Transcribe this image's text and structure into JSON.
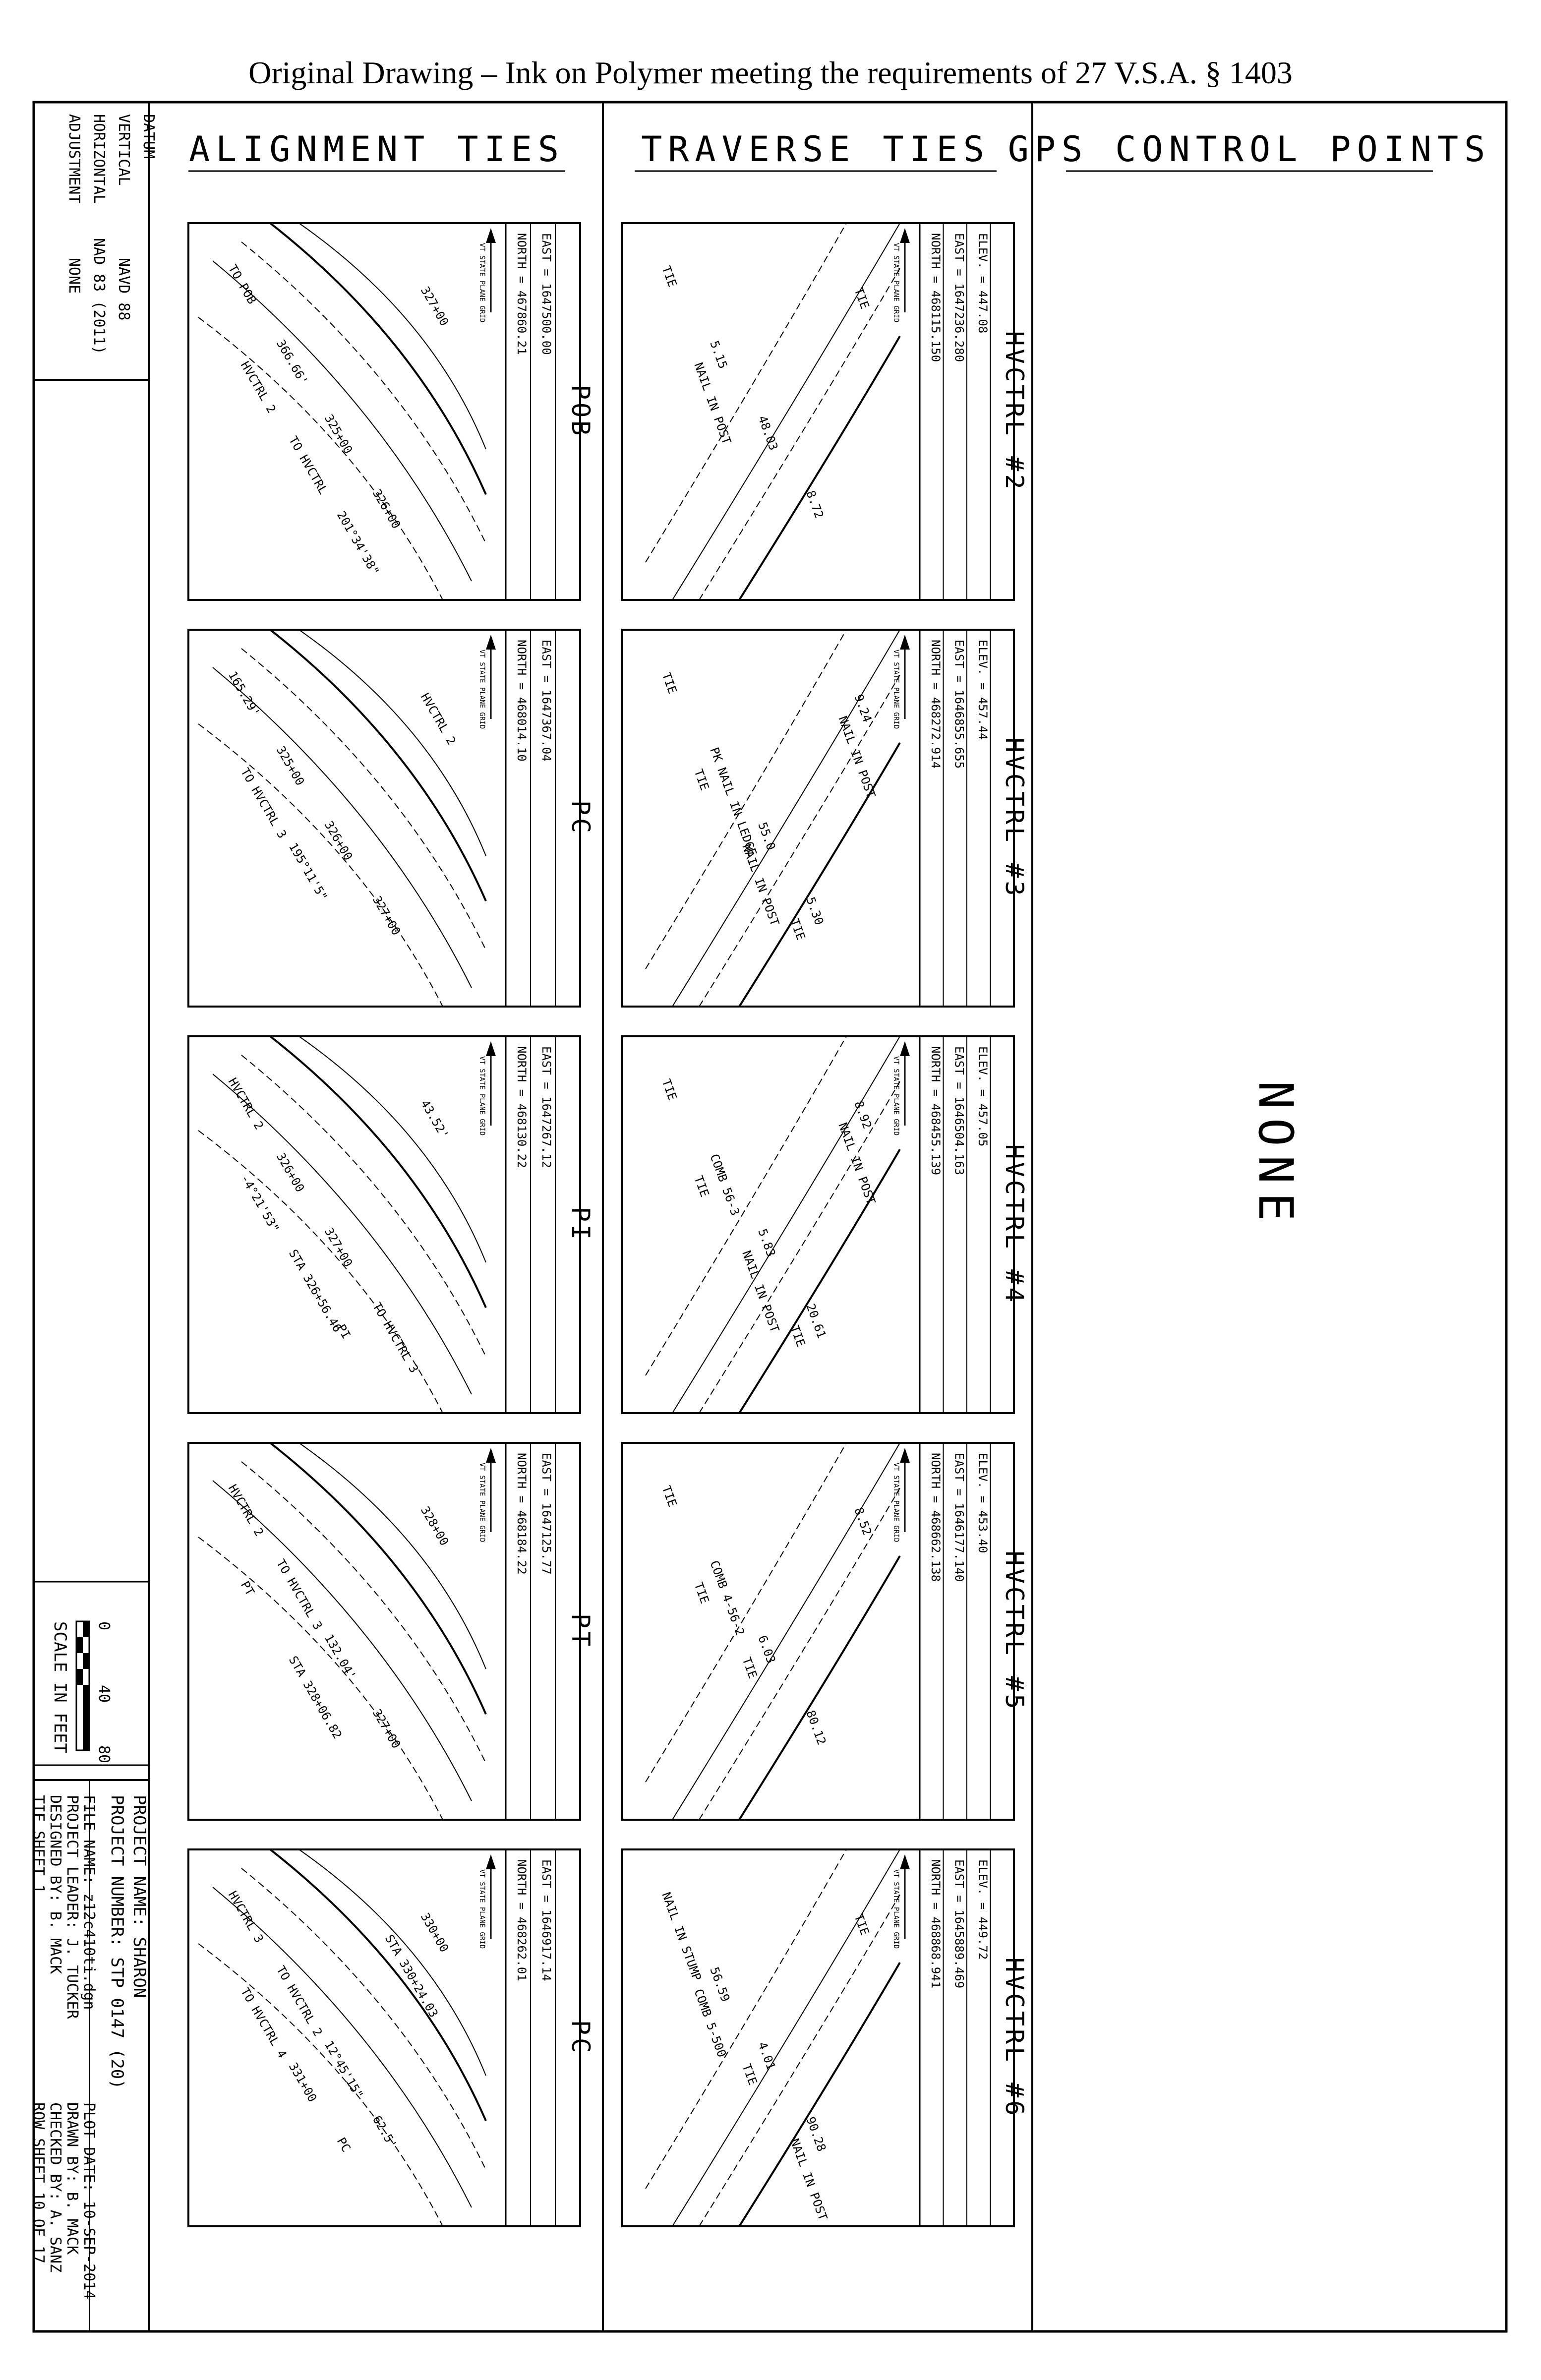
{
  "header": {
    "text": "Original Drawing – Ink on Polymer meeting the requirements of 27 V.S.A. § 1403"
  },
  "datum": {
    "title": "DATUM",
    "vertical_label": "VERTICAL",
    "vertical_value": "NAVD 88",
    "horizontal_label": "HORIZONTAL",
    "horizontal_value": "NAD 83 (2011)",
    "adjustment_label": "ADJUSTMENT",
    "adjustment_value": "NONE"
  },
  "columns": {
    "alignment": "ALIGNMENT TIES",
    "traverse": "TRAVERSE TIES",
    "gps": "GPS CONTROL POINTS"
  },
  "gps_none": "NONE",
  "grid_note": "VT STATE PLANE GRID",
  "alignment_ties": [
    {
      "name": "POB",
      "north": "NORTH = 467860.21",
      "east": "EAST = 1647500.00",
      "labels": [
        "TO POB",
        "366.66'",
        "325+00",
        "326+00",
        "327+00",
        "HVCTRL 2",
        "TO HVCTRL",
        "201°34'38\""
      ]
    },
    {
      "name": "PC",
      "north": "NORTH = 468014.10",
      "east": "EAST = 1647367.04",
      "labels": [
        "165.29'",
        "325+00",
        "326+00",
        "327+00",
        "HVCTRL 2",
        "TO HVCTRL 3",
        "195°11'5\""
      ]
    },
    {
      "name": "PI",
      "north": "NORTH = 468130.22",
      "east": "EAST = 1647267.12",
      "labels": [
        "HVCTRL 2",
        "326+00",
        "327+00",
        "TO HVCTRL 3",
        "43.52'",
        "-4°21'53\"",
        "STA 326+56.46",
        "PI"
      ]
    },
    {
      "name": "PT",
      "north": "NORTH = 468184.22",
      "east": "EAST = 1647125.77",
      "labels": [
        "HVCTRL 2",
        "TO HVCTRL 3",
        "132.04'",
        "327+00",
        "328+00",
        "PT",
        "STA 328+06.82"
      ]
    },
    {
      "name": "PC",
      "north": "NORTH = 468262.01",
      "east": "EAST = 1646917.14",
      "labels": [
        "HVCTRL 3",
        "TO HVCTRL 2",
        "12°45'15\"",
        "62.5'",
        "330+00",
        "TO HVCTRL 4",
        "331+00",
        "PC",
        "STA 330+24.03"
      ]
    }
  ],
  "traverse_ties": [
    {
      "name": "HVCTRL #2",
      "north": "NORTH = 468115.150",
      "east": "EAST = 1647236.280",
      "elev": "ELEV. = 447.08",
      "labels": [
        "TIE",
        "5.15",
        "48.03",
        "8.72",
        "TIE",
        "NAIL IN POST"
      ]
    },
    {
      "name": "HVCTRL #3",
      "north": "NORTH = 468272.914",
      "east": "EAST = 1646855.655",
      "elev": "ELEV. = 457.44",
      "labels": [
        "TIE",
        "PK NAIL IN LEDGE",
        "55.0",
        "5.30",
        "9.24",
        "TIE",
        "NAIL IN POST",
        "TIE",
        "NAIL IN POST"
      ]
    },
    {
      "name": "HVCTRL #4",
      "north": "NORTH = 468455.139",
      "east": "EAST = 1646504.163",
      "elev": "ELEV. = 457.05",
      "labels": [
        "TIE",
        "COMB 56-3",
        "5.83",
        "20.61",
        "8.92",
        "TIE",
        "NAIL IN POST",
        "TIE",
        "NAIL IN POST"
      ]
    },
    {
      "name": "HVCTRL #5",
      "north": "NORTH = 468662.138",
      "east": "EAST = 1646177.140",
      "elev": "ELEV. = 453.40",
      "labels": [
        "TIE",
        "COMB 4-56-2",
        "6.03",
        "80.12",
        "8.52",
        "TIE",
        "TIE"
      ]
    },
    {
      "name": "HVCTRL #6",
      "north": "NORTH = 468868.941",
      "east": "EAST = 1645889.469",
      "elev": "ELEV. = 449.72",
      "labels": [
        "NAIL IN STUMP",
        "56.59",
        "4.01",
        "90.28",
        "TIE",
        "COMB 5-500",
        "TIE",
        "NAIL IN POST"
      ]
    }
  ],
  "scale": {
    "ticks": [
      "0",
      "40",
      "80"
    ],
    "label": "SCALE IN FEET"
  },
  "title_block": {
    "project_name": "PROJECT NAME: SHARON",
    "project_number": "PROJECT NUMBER: STP 0147 (20)",
    "left": [
      "FILE NAME: z12c410ti.dgn",
      "PROJECT LEADER: J. TUCKER",
      "DESIGNED BY: B. MACK",
      "TIE SHEET 1"
    ],
    "right": [
      "PLOT DATE: 10-SEP-2014",
      "DRAWN BY: B. MACK",
      "CHECKED BY: A. SANZ",
      "ROW SHEET 10  OF 17"
    ]
  }
}
